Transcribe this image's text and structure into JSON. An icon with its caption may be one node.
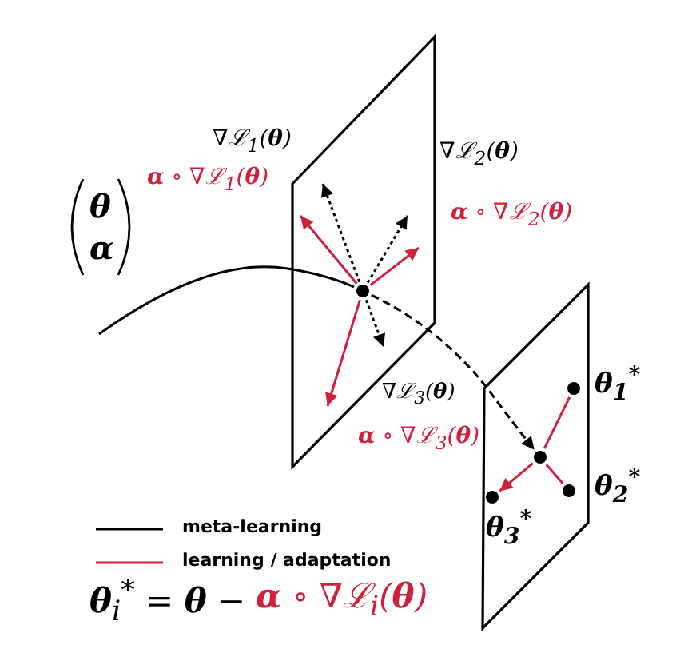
{
  "diagram": {
    "nodes": [
      {
        "text": [],
        "shape": "circle"
      },
      {
        "text": [],
        "shape": "circle"
      },
      {
        "text": [],
        "shape": "circle",
        "beside": [
          "θ$_{1}$$^{*}$"
        ]
      },
      {
        "text": [],
        "shape": "circle",
        "beside": [
          "θ$_{2}$$^{*}$"
        ]
      },
      {
        "text": [],
        "shape": "circle",
        "beside": [
          "θ$_{3}$$^{*}$"
        ]
      }
    ],
    "edges": [
      {
        "from": null,
        "to": 0,
        "arrow": "none",
        "color": "#000000"
      },
      {
        "from": 0,
        "to": 1,
        "arrow": "to",
        "style": "dashed",
        "color": "#000000"
      },
      {
        "from": 0,
        "to": null,
        "arrow": "to"
      },
      {
        "from": 0,
        "to": null,
        "arrow": "to"
      },
      {
        "from": 0,
        "to": null,
        "arrow": "to"
      },
      {
        "from": 0,
        "to": null,
        "arrow": "to",
        "style": "dashed",
        "color": "#000000"
      },
      {
        "from": 0,
        "to": null,
        "arrow": "to",
        "style": "dashed",
        "color": "#000000"
      },
      {
        "from": 0,
        "to": null,
        "arrow": "to",
        "style": "dashed",
        "color": "#000000"
      },
      {
        "from": 1,
        "to": 2,
        "arrow": "none"
      },
      {
        "from": 1,
        "to": 3,
        "arrow": "none"
      },
      {
        "from": 1,
        "to": 4,
        "arrow": "to"
      }
    ],
    "labels": [
      "θ",
      "α",
      "∇ℒ$_{1}$(**θ**)",
      "**α** ∘ ∇ℒ$_{1}$(**θ**)",
      "∇ℒ$_{2}$(**θ**)",
      "**α** ∘ ∇ℒ$_{2}$(**θ**)",
      "∇ℒ$_{3}$(**θ**)",
      "**α** ∘ ∇ℒ$_{3}$(**θ**)",
      "**θ**$_{i}$$^{*}$ = **θ** −",
      "**α** ∘ ∇ℒ$_{i}$(**θ**)"
    ],
    "legend": [
      {
        "text": "meta-learning"
      },
      {
        "text": "learning / adaptation"
      }
    ]
  }
}
